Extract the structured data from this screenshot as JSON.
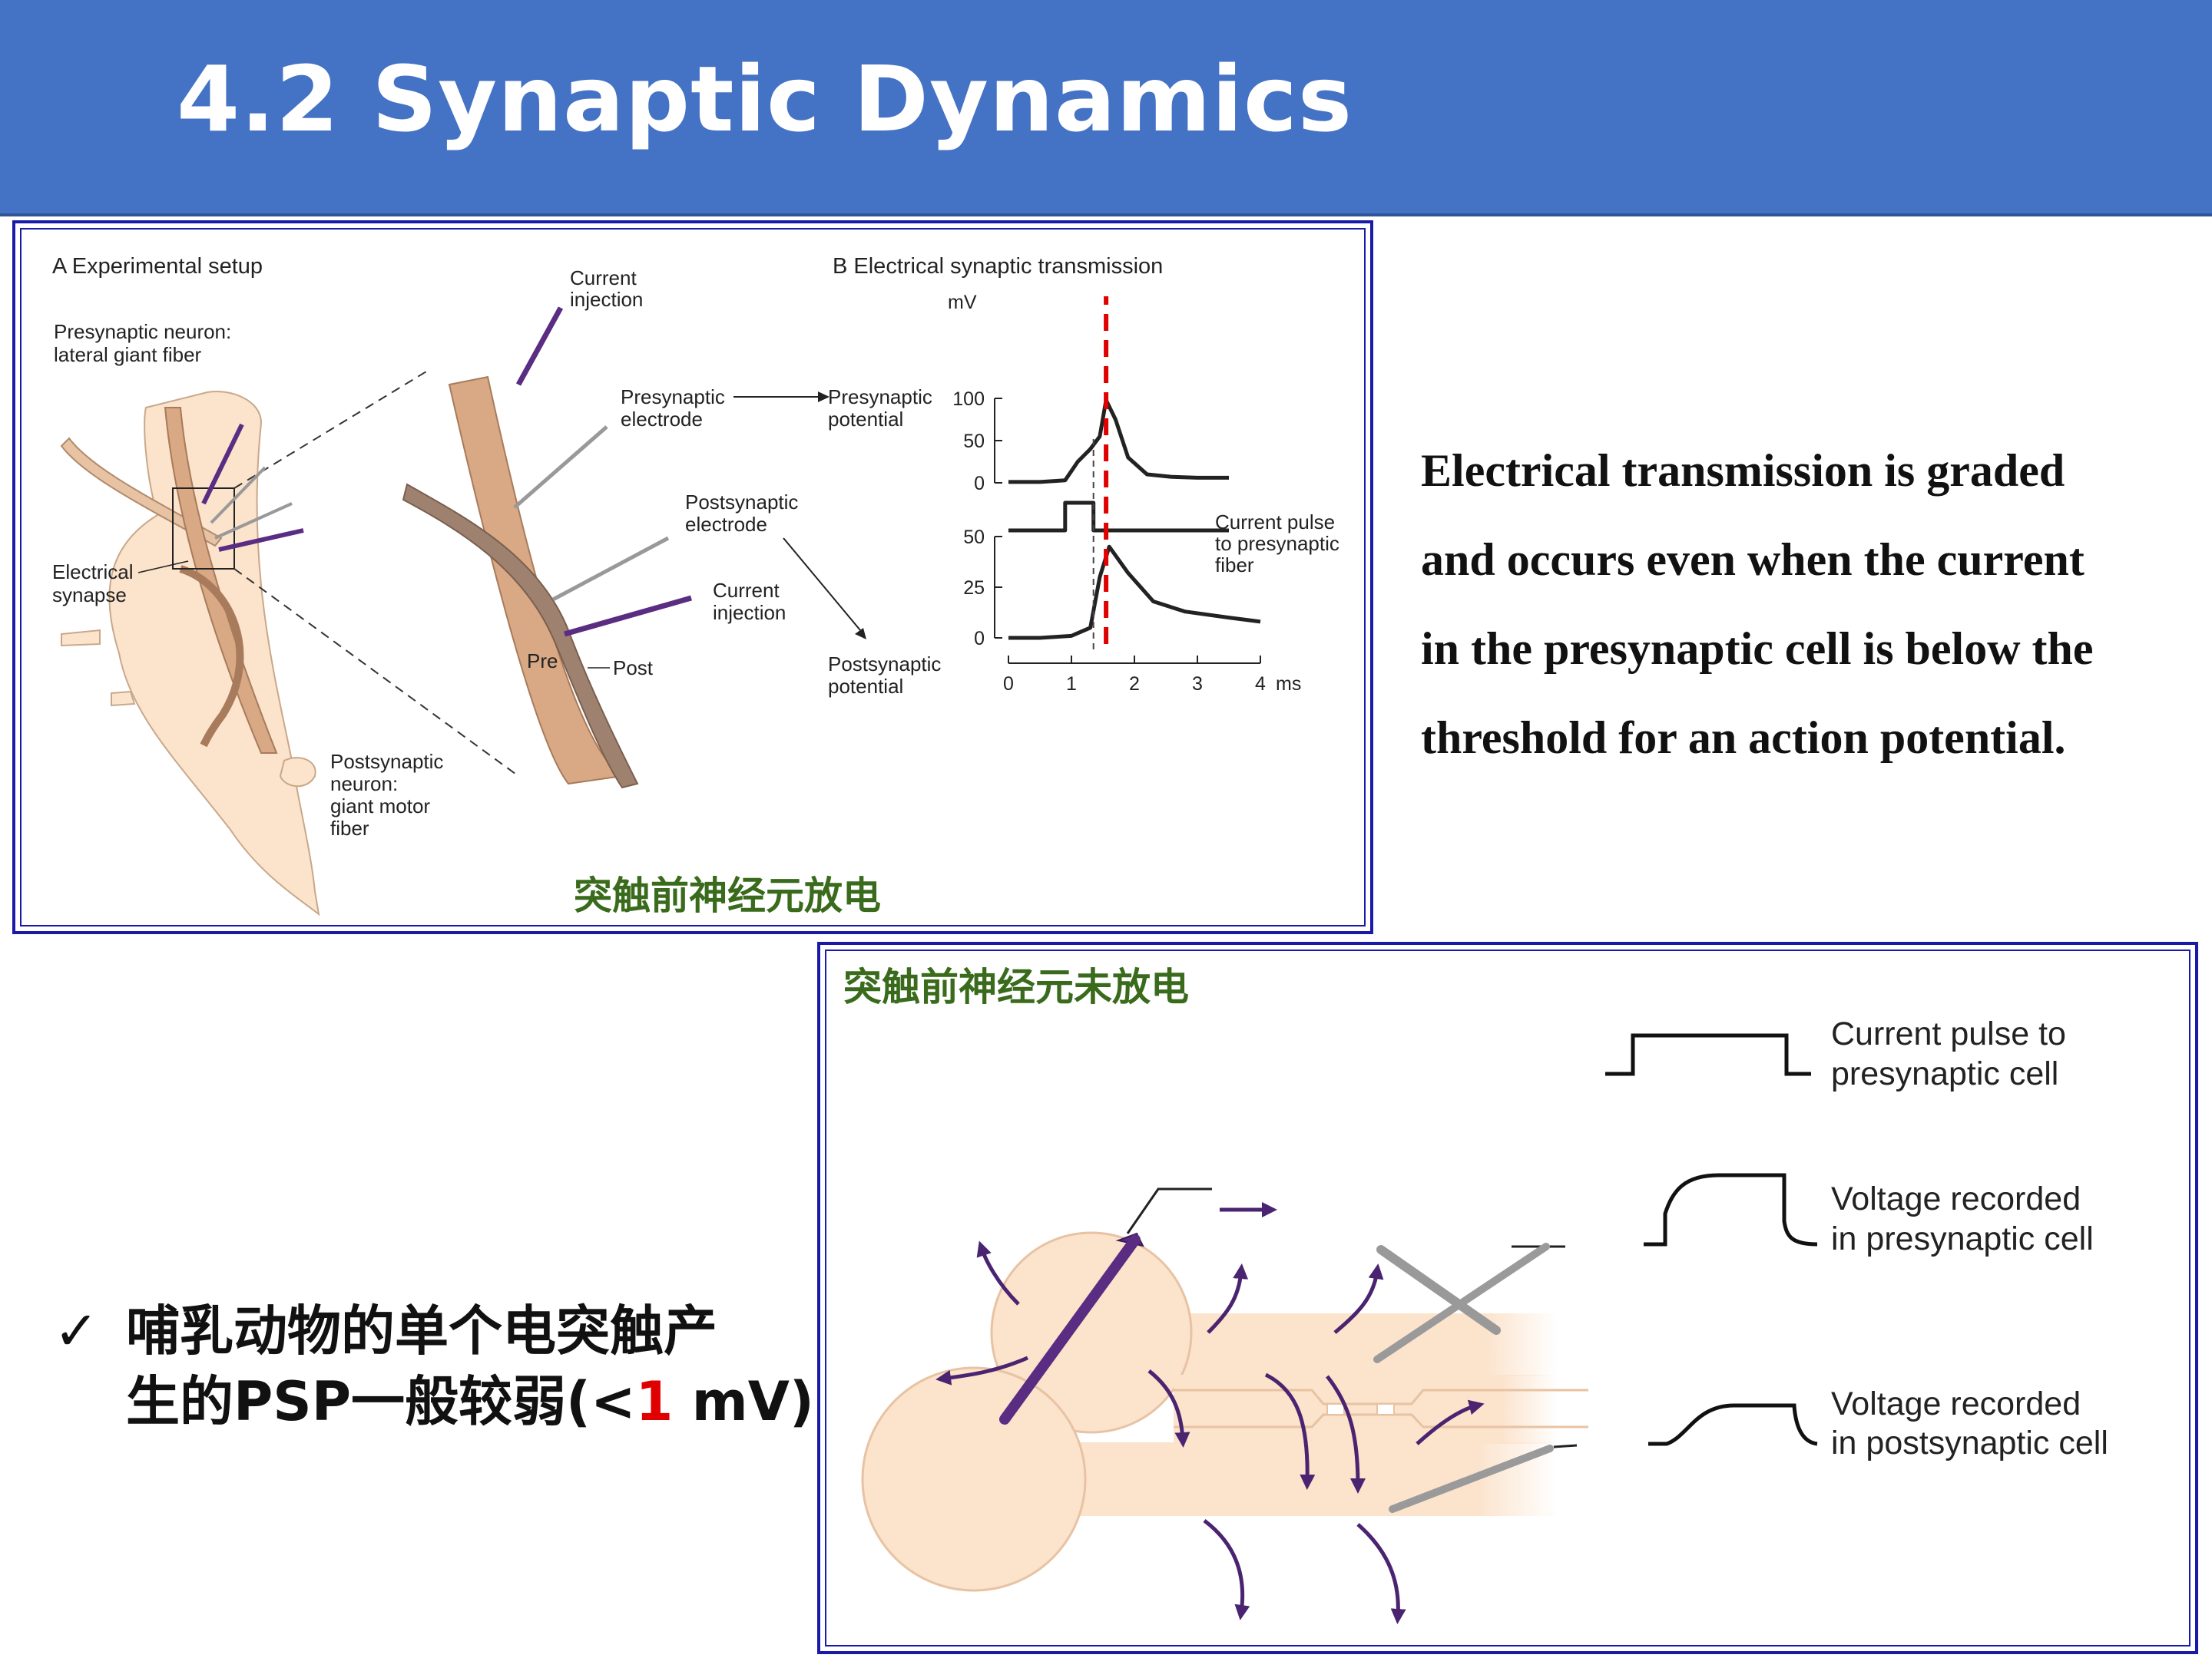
{
  "header": {
    "title": "4.2 Synaptic Dynamics"
  },
  "figure_a": {
    "panel_a_title": "A  Experimental setup",
    "presyn_neuron_label_1": "Presynaptic neuron:",
    "presyn_neuron_label_2": "lateral giant fiber",
    "electrical_synapse_1": "Electrical",
    "electrical_synapse_2": "synapse",
    "postsyn_neuron_1": "Postsynaptic",
    "postsyn_neuron_2": "neuron:",
    "postsyn_neuron_3": "giant motor",
    "postsyn_neuron_4": "fiber",
    "current_injection_top_1": "Current",
    "current_injection_top_2": "injection",
    "presyn_electrode_1": "Presynaptic",
    "presyn_electrode_2": "electrode",
    "postsyn_electrode_1": "Postsynaptic",
    "postsyn_electrode_2": "electrode",
    "current_injection_bottom_1": "Current",
    "current_injection_bottom_2": "injection",
    "pre_label": "Pre",
    "post_label": "Post",
    "caption": "突触前神经元放电"
  },
  "figure_b": {
    "panel_b_title": "B  Electrical synaptic transmission",
    "y_unit": "mV",
    "presyn_potential_1": "Presynaptic",
    "presyn_potential_2": "potential",
    "current_pulse_1": "Current pulse",
    "current_pulse_2": "to presynaptic",
    "current_pulse_3": "fiber",
    "postsyn_potential_1": "Postsynaptic",
    "postsyn_potential_2": "potential",
    "x_unit": "ms"
  },
  "chart_data": [
    {
      "type": "line",
      "title": "Presynaptic potential",
      "ylabel": "mV",
      "x_label": "ms",
      "ylim": [
        0,
        100
      ],
      "yticks": [
        "0",
        "50",
        "100"
      ],
      "x": [
        0,
        0.5,
        0.9,
        1.1,
        1.3,
        1.45,
        1.55,
        1.7,
        1.9,
        2.2,
        2.6,
        3.0,
        3.5
      ],
      "y": [
        1,
        1,
        3,
        25,
        40,
        55,
        98,
        75,
        30,
        10,
        7,
        6,
        6
      ]
    },
    {
      "type": "line",
      "title": "Current pulse to presynaptic fiber",
      "x": [
        0,
        0.9,
        0.9,
        1.35,
        1.35,
        3.5
      ],
      "y": [
        0,
        0,
        1,
        1,
        0,
        0
      ]
    },
    {
      "type": "line",
      "title": "Postsynaptic potential",
      "ylabel": "mV",
      "x_label": "ms",
      "xlim": [
        0,
        4
      ],
      "xticks": [
        "0",
        "1",
        "2",
        "3",
        "4"
      ],
      "ylim": [
        0,
        50
      ],
      "yticks": [
        "0",
        "25",
        "50"
      ],
      "x": [
        0,
        0.5,
        1.0,
        1.3,
        1.45,
        1.6,
        1.9,
        2.3,
        2.8,
        3.5,
        4.0
      ],
      "y": [
        0,
        0,
        1,
        5,
        30,
        45,
        32,
        18,
        13,
        10,
        8
      ]
    }
  ],
  "description": {
    "line1": "Electrical transmission is graded",
    "line2": "and occurs even when the current",
    "line3": "in the presynaptic cell is below the",
    "line4": "threshold for an action potential."
  },
  "note": {
    "check": "✓",
    "line1": "哺乳动物的单个电突触产",
    "line2_a": "生的PSP一般较弱(<",
    "line2_red": "1",
    "line2_b": " mV)"
  },
  "figure_c": {
    "caption": "突触前神经元未放电",
    "legend_1a": "Current pulse to",
    "legend_1b": "presynaptic cell",
    "legend_2a": "Voltage recorded",
    "legend_2b": "in presynaptic cell",
    "legend_3a": "Voltage recorded",
    "legend_3b": "in postsynaptic cell"
  },
  "colors": {
    "header_bg": "#4472c4",
    "frame_border": "#1a1aa8",
    "caption_green": "#3a6b1c",
    "neuron_fill": "#fbe3cc",
    "electrode_purple": "#5a2d82",
    "threshold_red": "#e00000"
  }
}
